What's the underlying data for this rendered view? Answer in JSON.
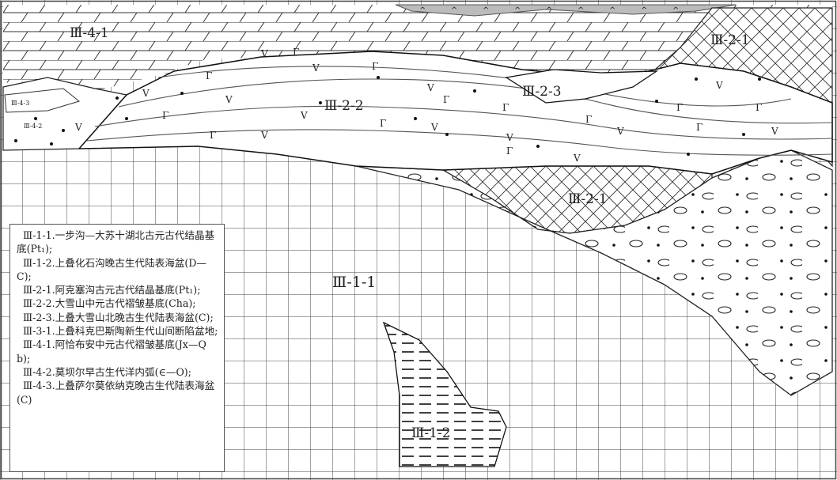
{
  "unit_labels": {
    "III_4_1": "Ⅲ-4-1",
    "III_2_1_top": "Ⅲ-2-1",
    "III_2_3": "Ⅲ-2-3",
    "III_2_2": "Ⅲ-2-2",
    "III_4_3": "Ⅲ-4-3",
    "III_4_2": "Ⅲ-4-2",
    "III_2_1_mid": "Ⅲ-2-1",
    "III_1_1": "Ⅲ-1-1",
    "III_1_2": "Ⅲ-1-2"
  },
  "volcanic_symbol": "V",
  "flag_symbol": "Γ",
  "legend": [
    "Ⅲ-1-1.一步沟—大苏十湖北古元古代结晶基底(Pt₁);",
    "Ⅲ-1-2.上叠化石沟晚古生代陆表海盆(D—C);",
    "Ⅲ-2-1.阿克塞沟古元古代结晶基底(Pt₁);",
    "Ⅲ-2-2.大雪山中元古代褶皱基底(Cha);",
    "Ⅲ-2-3.上叠大雪山北晚古生代陆表海盆(C);",
    "Ⅲ-3-1.上叠科克巴斯陶新生代山间断陷盆地;",
    "Ⅲ-4-1.阿恰布安中元古代褶皱基底(Jx—Qb);",
    "Ⅲ-4-2.莫坝尔早古生代洋内弧(∈—O);",
    "Ⅲ-4-3.上叠萨尔莫依纳克晚古生代陆表海盆(C)"
  ]
}
